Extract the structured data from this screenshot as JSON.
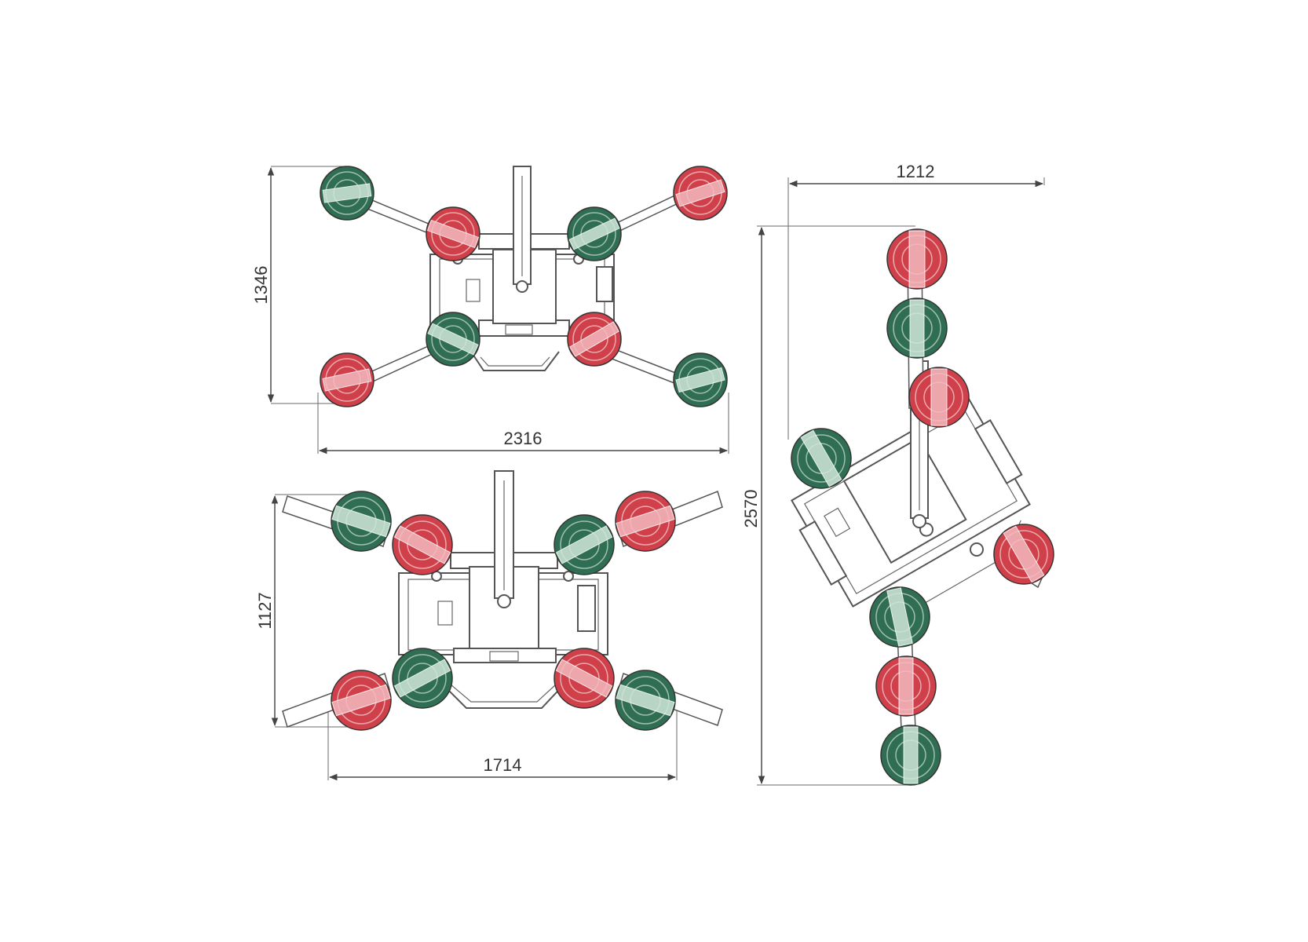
{
  "colors": {
    "cup_red": "#d0404a",
    "cup_green": "#2f6e52",
    "line": "#555555",
    "text": "#333333"
  },
  "views": {
    "top_left": {
      "width_label": "2316",
      "height_label": "1346"
    },
    "bottom_left": {
      "width_label": "1714",
      "height_label": "1127"
    },
    "right": {
      "width_label": "1212",
      "height_label": "2570"
    }
  }
}
